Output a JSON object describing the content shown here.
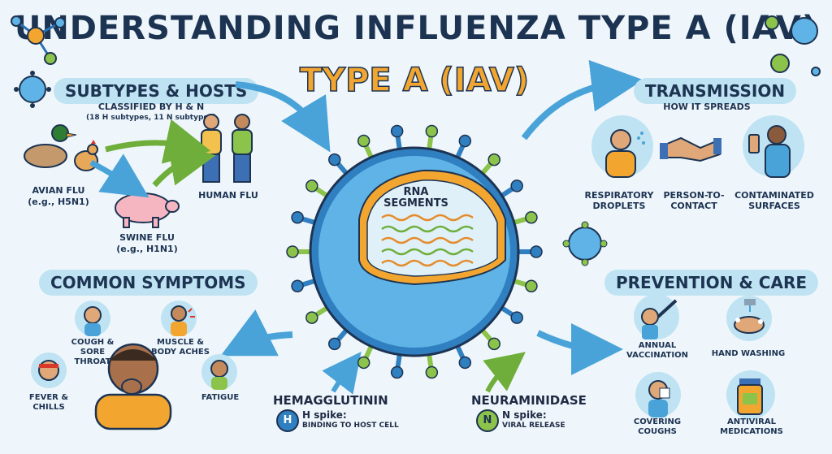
{
  "title": "UNDERSTANDING INFLUENZA TYPE A (IAV)",
  "subtitle": "TYPE A (IAV)",
  "subtypes": {
    "heading": "SUBTYPES & HOSTS",
    "classified": "CLASSIFIED BY H & N",
    "count_note": "(18 H subtypes, 11 N subtypes)",
    "avian": "AVIAN FLU",
    "avian_eg": "(e.g., H5N1)",
    "human": "HUMAN FLU",
    "swine": "SWINE FLU",
    "swine_eg": "(e.g., H1N1)"
  },
  "transmission": {
    "heading": "TRANSMISSION",
    "sub": "HOW IT SPREADS",
    "items": [
      "RESPIRATORY DROPLETS",
      "PERSON-TO-CONTACT",
      "CONTAMINATED SURFACES"
    ]
  },
  "virus": {
    "rna_line1": "RNA",
    "rna_line2": "SEGMENTS"
  },
  "symptoms": {
    "heading": "COMMON SYMPTOMS",
    "cough": "COUGH & SORE THROAT",
    "muscle": "MUSCLE & BODY ACHES",
    "fever": "FEVER & CHILLS",
    "fatigue": "FATIGUE"
  },
  "spikes": {
    "h_title": "HEMAGGLUTININ",
    "h_badge": "H",
    "h_label": "H spike:",
    "h_desc": "BINDING TO HOST CELL",
    "n_title": "NEURAMINIDASE",
    "n_badge": "N",
    "n_label": "N spike:",
    "n_desc": "VIRAL RELEASE"
  },
  "prevention": {
    "heading": "PREVENTION & CARE",
    "vaccination": "ANNUAL VACCINATION",
    "handwashing": "HAND WASHING",
    "covering": "COVERING COUGHS",
    "antiviral": "ANTIVIRAL MEDICATIONS"
  },
  "colors": {
    "background": "#eef6fb",
    "heading_pill": "#bfe3f2",
    "title": "#1d3352",
    "accent_orange": "#f2a630",
    "virus_blue": "#2f7fc1",
    "virus_green": "#8cc34a"
  }
}
